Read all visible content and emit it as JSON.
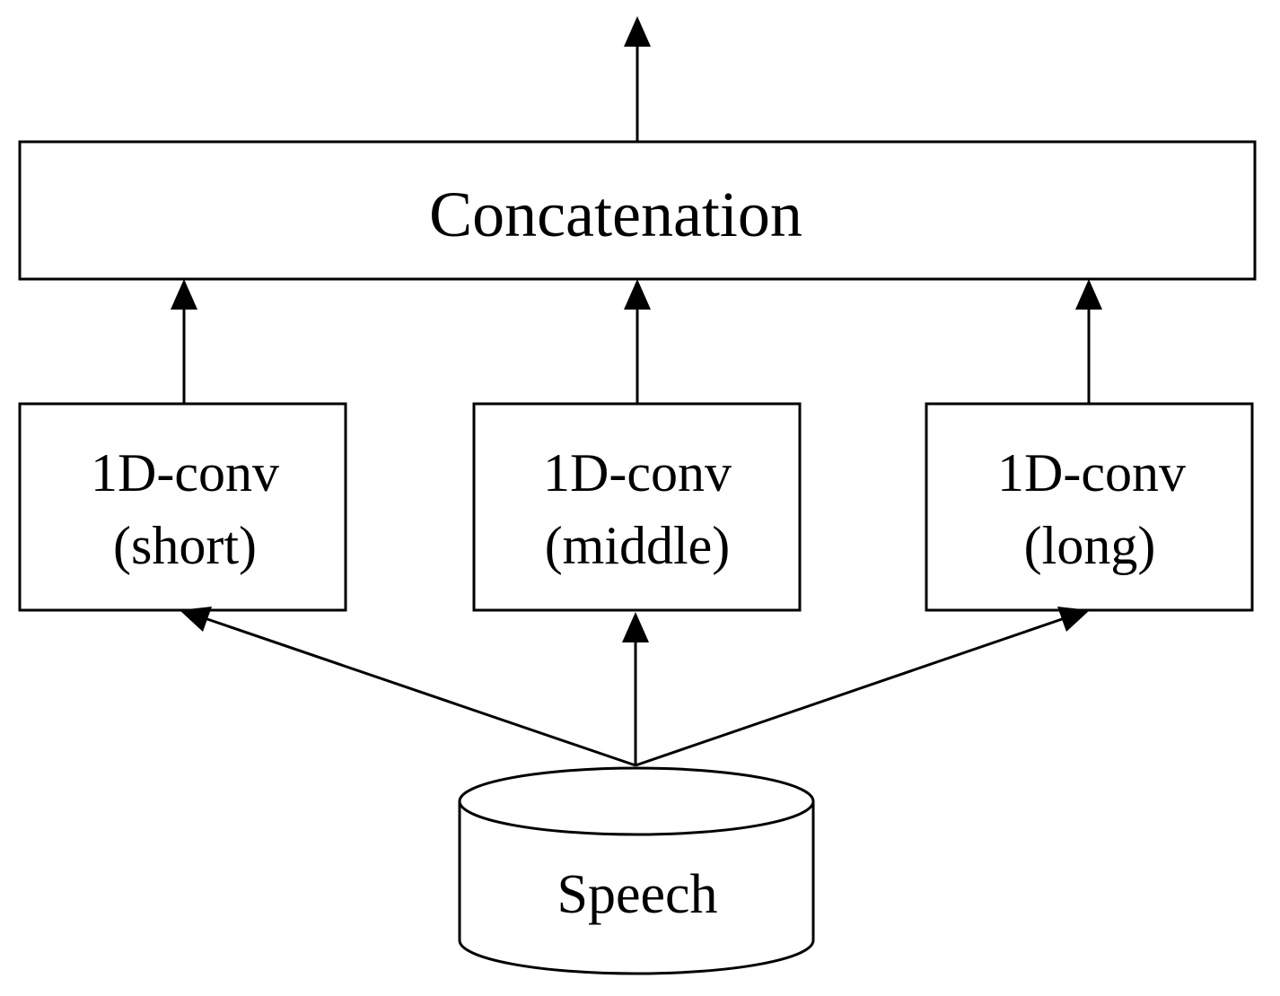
{
  "diagram": {
    "output": {
      "label": "Concatenation"
    },
    "branches": [
      {
        "line1": "1D-conv",
        "line2": "(short)"
      },
      {
        "line1": "1D-conv",
        "line2": "(middle)"
      },
      {
        "line1": "1D-conv",
        "line2": "(long)"
      }
    ],
    "input": {
      "label": "Speech"
    }
  },
  "colors": {
    "stroke": "#000000",
    "background": "#ffffff"
  }
}
